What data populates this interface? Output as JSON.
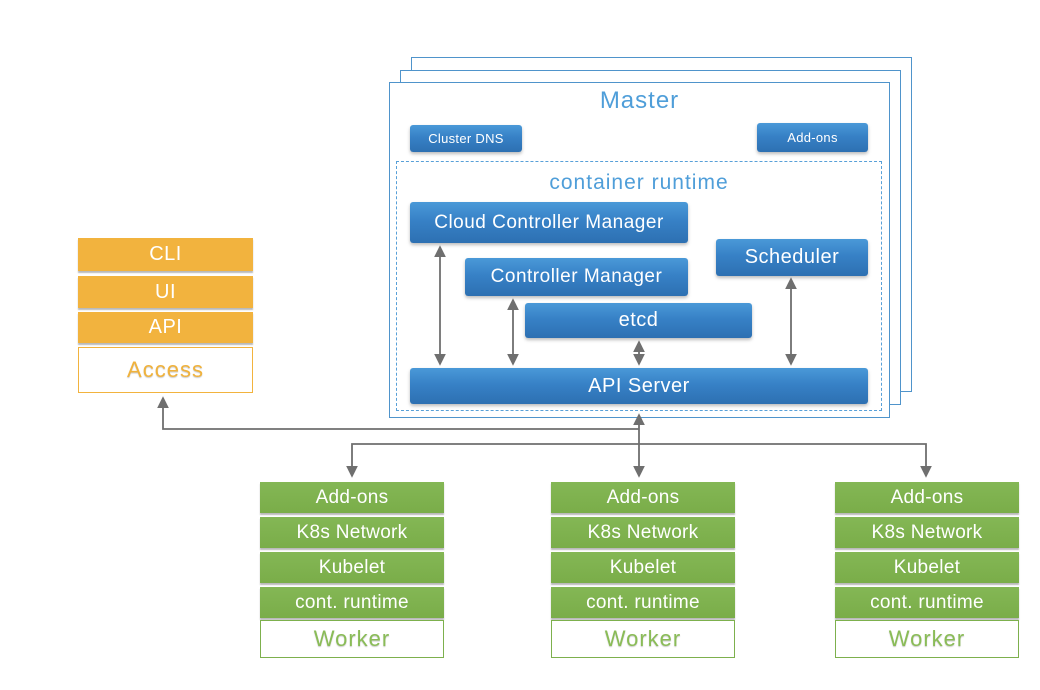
{
  "palette": {
    "node_blue": "#3781c6",
    "title_blue": "#4f9ed9",
    "border_blue": "#4f94cb",
    "orange": "#f2b33e",
    "green": "#7db04d",
    "arrow_gray": "#6f6f6f"
  },
  "access_stack": {
    "items": [
      "CLI",
      "UI",
      "API"
    ],
    "base_label": "Access"
  },
  "master": {
    "title": "Master",
    "cluster_dns_label": "Cluster DNS",
    "addons_label": "Add-ons",
    "container_runtime": {
      "title": "container runtime",
      "cloud_controller_manager_label": "Cloud Controller Manager",
      "controller_manager_label": "Controller Manager",
      "scheduler_label": "Scheduler",
      "etcd_label": "etcd",
      "api_server_label": "API Server"
    }
  },
  "worker_stack": {
    "items": [
      "Add-ons",
      "K8s Network",
      "Kubelet",
      "cont. runtime"
    ],
    "base_label": "Worker"
  }
}
